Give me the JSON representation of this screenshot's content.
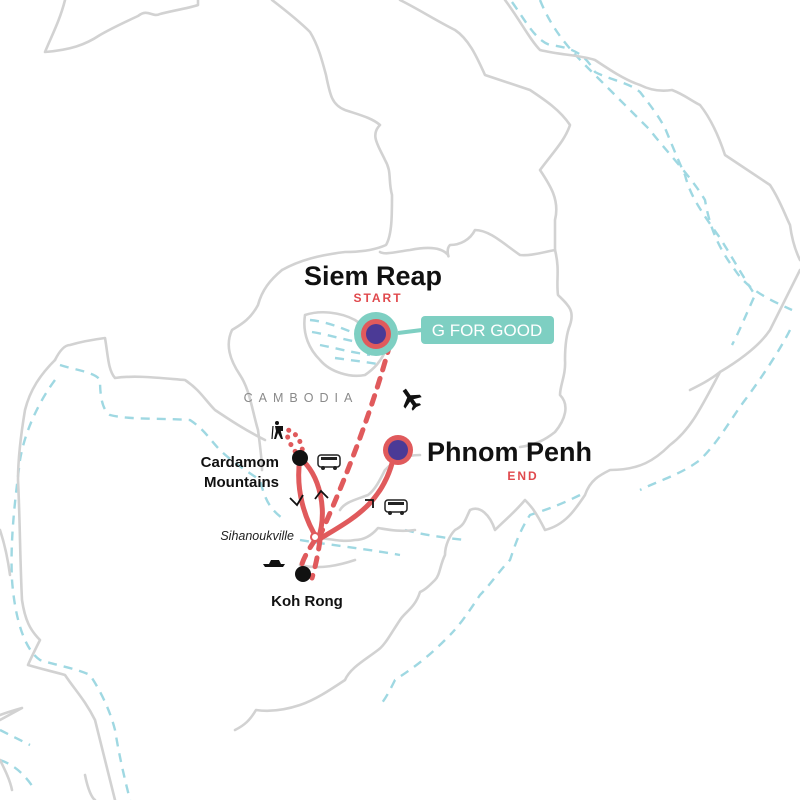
{
  "map": {
    "country_label": "CAMBODIA",
    "colors": {
      "route": "#e05a5c",
      "node_fill": "#4b3a96",
      "badge": "#7ecfc2",
      "border": "#d2d2d2",
      "water": "#9fd8e2"
    },
    "stops": [
      {
        "name": "Siem Reap",
        "tag": "START",
        "type": "major"
      },
      {
        "name": "Phnom Penh",
        "tag": "END",
        "type": "major"
      },
      {
        "name_line1": "Cardamom",
        "name_line2": "Mountains",
        "type": "minor"
      },
      {
        "name": "Koh Rong",
        "type": "minor"
      },
      {
        "name": "Sihanoukville",
        "type": "waypoint"
      }
    ],
    "badge": {
      "label": "G FOR GOOD",
      "icon": "g-for-good-badge"
    },
    "transport_icons": [
      "plane-icon",
      "bus-icon",
      "bus-icon",
      "boat-icon",
      "hiker-icon"
    ]
  }
}
